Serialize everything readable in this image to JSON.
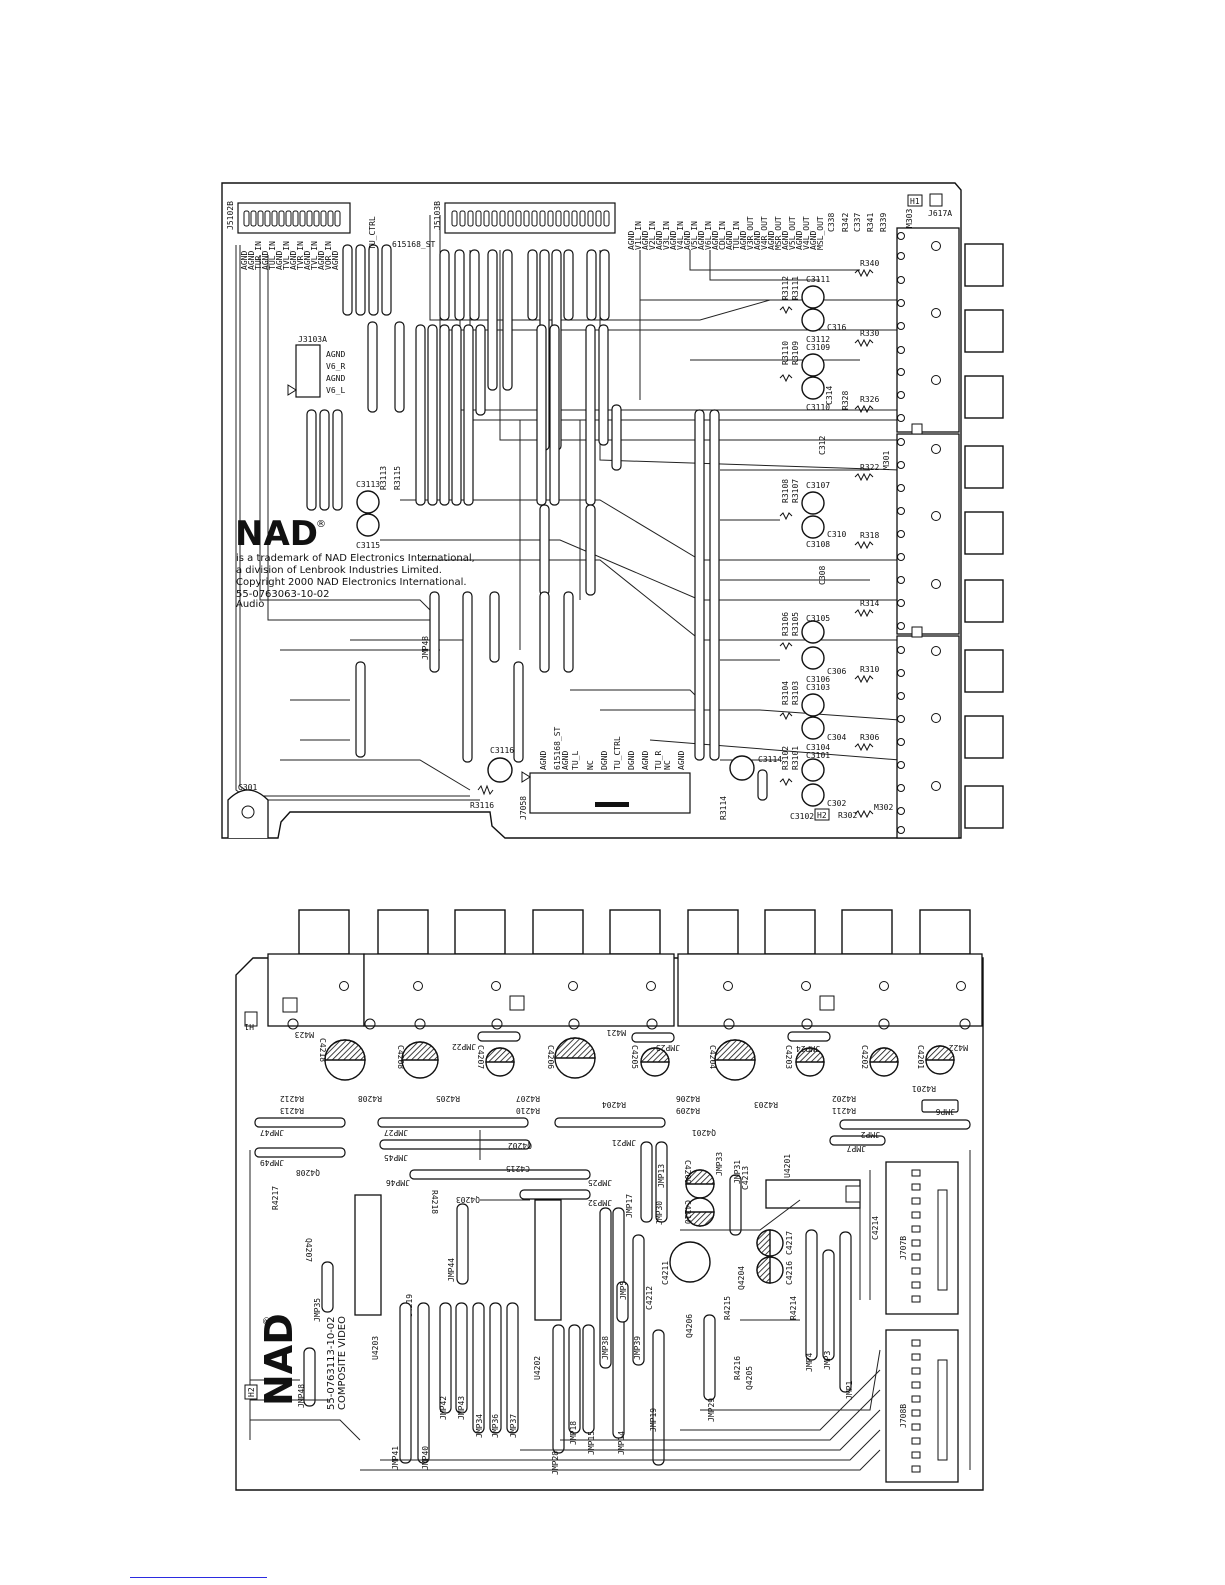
{
  "top_board": {
    "brand": "NAD",
    "registered_mark": "®",
    "trademark_lines": [
      "is a trademark of NAD Electronics International,",
      "a division of Lenbrook Industries Limited.",
      "Copyright 2000 NAD Electronics International.",
      "55-0763063-10-02",
      "Audio"
    ],
    "connectors": [
      "J5102B",
      "J5103B",
      "J3103A",
      "J7058",
      "J617A",
      "M303",
      "M301",
      "M302"
    ],
    "j3103a_pins": [
      "AGND",
      "V6_R",
      "AGND",
      "V6_L"
    ],
    "j5102b_pins": [
      "AGND",
      "AGND",
      "TUR_IN",
      "AGND",
      "TUL_IN",
      "AGND",
      "TVL_IN",
      "AGND",
      "TVR_IN",
      "AGND",
      "TVL_IN",
      "AGND",
      "VOR_IN",
      "AGND"
    ],
    "right_header_pins": [
      "AGND",
      "V1L_IN",
      "AGND",
      "V2L_IN",
      "AGND",
      "V3L_IN",
      "AGND",
      "V4L_IN",
      "AGND",
      "V5L_IN",
      "AGND",
      "V6L_IN",
      "AGND",
      "CDL_IN",
      "AGND",
      "TUL_IN",
      "AGND",
      "V3R_OUT",
      "AGND",
      "V4R_OUT",
      "AGND",
      "MSR_OUT",
      "AGND",
      "V5L_OUT",
      "AGND",
      "V4L_OUT",
      "AGND",
      "MSL_OUT"
    ],
    "j7058_pins": [
      "AGND",
      "615168_ST",
      "AGND",
      "TU_L",
      "NC",
      "DGND",
      "TU_CTRL",
      "DGND",
      "AGND",
      "TU_R",
      "NC",
      "AGND"
    ],
    "misc_labels": [
      "615168_ST",
      "TU_CTRL",
      "H1",
      "H2",
      "G301",
      "JMP48"
    ],
    "capacitors": [
      "C3111",
      "C3112",
      "C3109",
      "C3110",
      "C3107",
      "C3108",
      "C3105",
      "C3106",
      "C3103",
      "C3104",
      "C3101",
      "C3102",
      "C3113",
      "C3115",
      "C3116",
      "C3114",
      "C338",
      "C337",
      "C316",
      "C314",
      "C312",
      "C310",
      "C308",
      "C306",
      "C304",
      "C302"
    ],
    "resistors": [
      "R3112",
      "R3111",
      "R3110",
      "R3109",
      "R3108",
      "R3107",
      "R3106",
      "R3105",
      "R3104",
      "R3103",
      "R3102",
      "R3101",
      "R3113",
      "R3115",
      "R3116",
      "R3114",
      "R342",
      "R341",
      "R339",
      "R340",
      "R330",
      "R326",
      "R322",
      "R318",
      "R314",
      "R310",
      "R306",
      "R302",
      "R328"
    ]
  },
  "bottom_board": {
    "brand": "NAD",
    "registered_mark": "®",
    "info_lines": [
      "55-0763113-10-02",
      "COMPOSITE VIDEO"
    ],
    "connectors": [
      "J707B",
      "J708B",
      "M423",
      "M421",
      "M422",
      "H1",
      "H2"
    ],
    "ics": [
      "U4201",
      "U4202",
      "U4203"
    ],
    "transistors": [
      "Q4201",
      "Q4202",
      "Q4203",
      "Q4204",
      "Q4205",
      "Q4206",
      "Q4207",
      "Q4208"
    ],
    "capacitors": [
      "C4218",
      "C4208",
      "C4207",
      "C4206",
      "C4205",
      "C4204",
      "C4203",
      "C4202",
      "C4201",
      "C4215",
      "C4210",
      "C4209",
      "C4213",
      "C4214",
      "C4217",
      "C4216",
      "C4211",
      "C4212",
      "C4219"
    ],
    "resistors": [
      "R4212",
      "R4213",
      "R4208",
      "R4205",
      "R4207",
      "R4210",
      "R4204",
      "R4206",
      "R4209",
      "R4203",
      "R4202",
      "R4211",
      "R4201",
      "R4217",
      "R4218",
      "R4215",
      "R4214",
      "R4216"
    ],
    "jumpers": [
      "JMP22",
      "JMP23",
      "JMP24",
      "JMP47",
      "JMP27",
      "JMP49",
      "JMP45",
      "JMP21",
      "JMP2",
      "JMP7",
      "JMP6",
      "JMP46",
      "JMP25",
      "JMP32",
      "JMP17",
      "JMP13",
      "JMP30",
      "JMP33",
      "JMP31",
      "JMP44",
      "JMP35",
      "JMP42",
      "JMP43",
      "JMP34",
      "JMP36",
      "JMP37",
      "JMP41",
      "JMP40",
      "JMP28",
      "JMP18",
      "JMP15",
      "JMP38",
      "JMP14",
      "JMP39",
      "JMP19",
      "JMP5",
      "JMP29",
      "JMP4",
      "JMP3",
      "JMP1",
      "JMP48"
    ]
  }
}
